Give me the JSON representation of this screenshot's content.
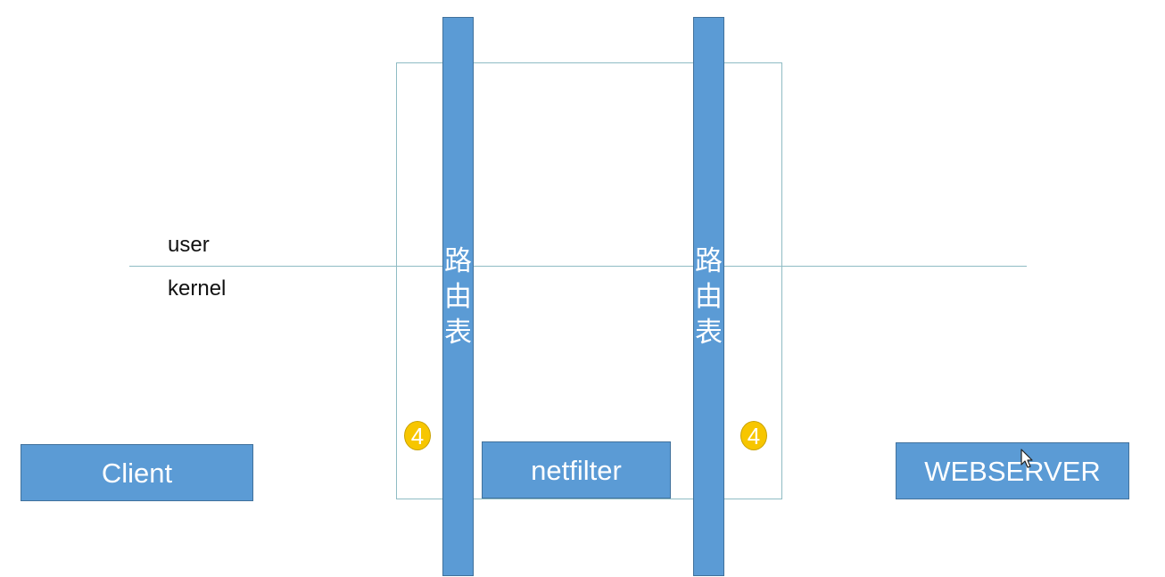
{
  "labels": {
    "user": "user",
    "kernel": "kernel"
  },
  "routing_tables": [
    {
      "label": "路由表"
    },
    {
      "label": "路由表"
    }
  ],
  "boxes": {
    "client": "Client",
    "netfilter": "netfilter",
    "webserver": "WEBSERVER"
  },
  "badges": [
    "4",
    "4"
  ],
  "colors": {
    "box_fill": "#5b9bd5",
    "box_border": "#41719c",
    "line": "#8fbcc4",
    "badge": "#f7c600"
  },
  "icons": {
    "cursor": "mouse-pointer-icon"
  }
}
